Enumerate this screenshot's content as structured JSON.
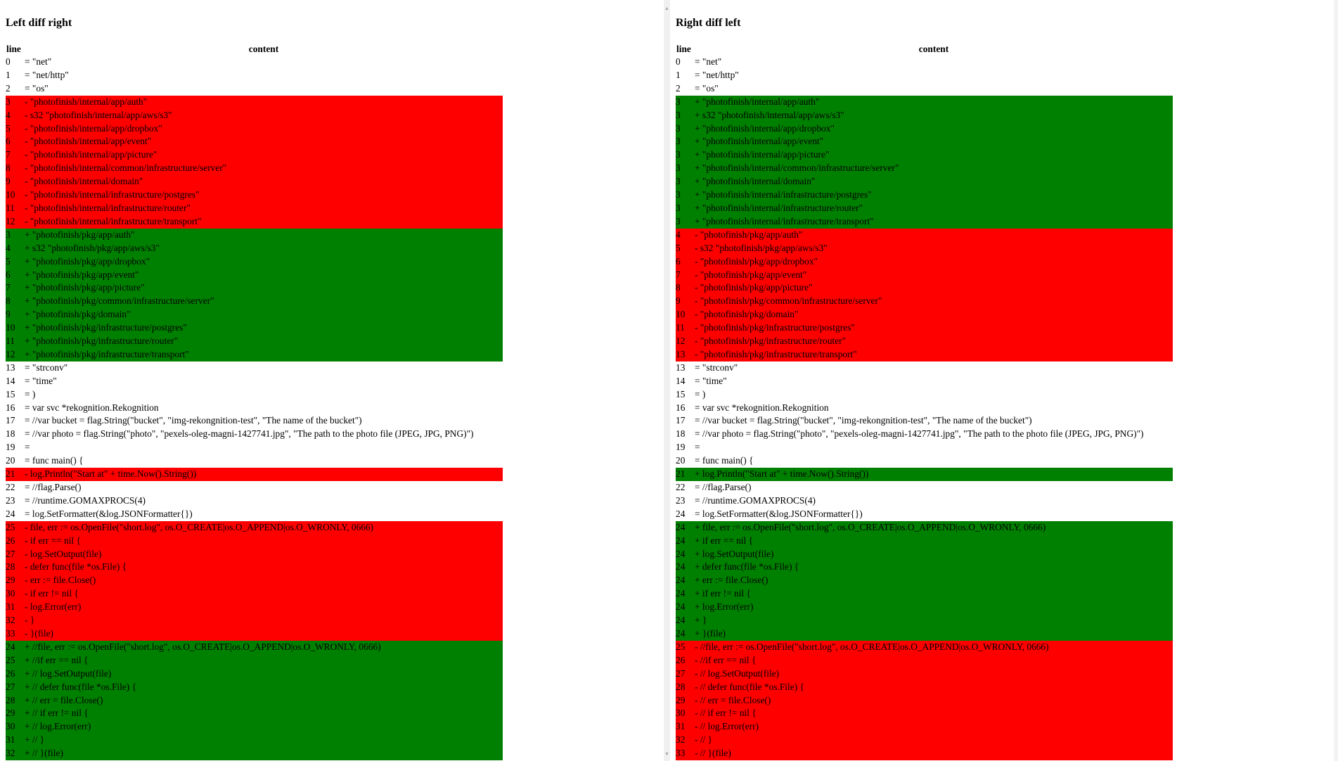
{
  "left": {
    "title": "Left diff right",
    "header": {
      "line": "line",
      "content": "content"
    },
    "rows": [
      {
        "line": "0",
        "op": "=",
        "text": "\"net\"",
        "kind": "same"
      },
      {
        "line": "1",
        "op": "=",
        "text": "\"net/http\"",
        "kind": "same"
      },
      {
        "line": "2",
        "op": "=",
        "text": "\"os\"",
        "kind": "same"
      },
      {
        "line": "3",
        "op": "-",
        "text": "\"photofinish/internal/app/auth\"",
        "kind": "del"
      },
      {
        "line": "4",
        "op": "-",
        "text": "s32 \"photofinish/internal/app/aws/s3\"",
        "kind": "del"
      },
      {
        "line": "5",
        "op": "-",
        "text": "\"photofinish/internal/app/dropbox\"",
        "kind": "del"
      },
      {
        "line": "6",
        "op": "-",
        "text": "\"photofinish/internal/app/event\"",
        "kind": "del"
      },
      {
        "line": "7",
        "op": "-",
        "text": "\"photofinish/internal/app/picture\"",
        "kind": "del"
      },
      {
        "line": "8",
        "op": "-",
        "text": "\"photofinish/internal/common/infrastructure/server\"",
        "kind": "del"
      },
      {
        "line": "9",
        "op": "-",
        "text": "\"photofinish/internal/domain\"",
        "kind": "del"
      },
      {
        "line": "10",
        "op": "-",
        "text": "\"photofinish/internal/infrastructure/postgres\"",
        "kind": "del"
      },
      {
        "line": "11",
        "op": "-",
        "text": "\"photofinish/internal/infrastructure/router\"",
        "kind": "del"
      },
      {
        "line": "12",
        "op": "-",
        "text": "\"photofinish/internal/infrastructure/transport\"",
        "kind": "del"
      },
      {
        "line": "3",
        "op": "+",
        "text": "\"photofinish/pkg/app/auth\"",
        "kind": "add"
      },
      {
        "line": "4",
        "op": "+",
        "text": "s32 \"photofinish/pkg/app/aws/s3\"",
        "kind": "add"
      },
      {
        "line": "5",
        "op": "+",
        "text": "\"photofinish/pkg/app/dropbox\"",
        "kind": "add"
      },
      {
        "line": "6",
        "op": "+",
        "text": "\"photofinish/pkg/app/event\"",
        "kind": "add"
      },
      {
        "line": "7",
        "op": "+",
        "text": "\"photofinish/pkg/app/picture\"",
        "kind": "add"
      },
      {
        "line": "8",
        "op": "+",
        "text": "\"photofinish/pkg/common/infrastructure/server\"",
        "kind": "add"
      },
      {
        "line": "9",
        "op": "+",
        "text": "\"photofinish/pkg/domain\"",
        "kind": "add"
      },
      {
        "line": "10",
        "op": "+",
        "text": "\"photofinish/pkg/infrastructure/postgres\"",
        "kind": "add"
      },
      {
        "line": "11",
        "op": "+",
        "text": "\"photofinish/pkg/infrastructure/router\"",
        "kind": "add"
      },
      {
        "line": "12",
        "op": "+",
        "text": "\"photofinish/pkg/infrastructure/transport\"",
        "kind": "add"
      },
      {
        "line": "13",
        "op": "=",
        "text": "\"strconv\"",
        "kind": "same"
      },
      {
        "line": "14",
        "op": "=",
        "text": "\"time\"",
        "kind": "same"
      },
      {
        "line": "15",
        "op": "=",
        "text": ")",
        "kind": "same"
      },
      {
        "line": "16",
        "op": "=",
        "text": "var svc *rekognition.Rekognition",
        "kind": "same"
      },
      {
        "line": "17",
        "op": "=",
        "text": "//var bucket = flag.String(\"bucket\", \"img-rekongnition-test\", \"The name of the bucket\")",
        "kind": "same"
      },
      {
        "line": "18",
        "op": "=",
        "text": "//var photo = flag.String(\"photo\", \"pexels-oleg-magni-1427741.jpg\", \"The path to the photo file (JPEG, JPG, PNG)\")",
        "kind": "same"
      },
      {
        "line": "19",
        "op": "=",
        "text": "",
        "kind": "same"
      },
      {
        "line": "20",
        "op": "=",
        "text": "func main() {",
        "kind": "same"
      },
      {
        "line": "21",
        "op": "-",
        "text": "log.Println(\"Start at\" + time.Now().String())",
        "kind": "del"
      },
      {
        "line": "22",
        "op": "=",
        "text": "//flag.Parse()",
        "kind": "same"
      },
      {
        "line": "23",
        "op": "=",
        "text": "//runtime.GOMAXPROCS(4)",
        "kind": "same"
      },
      {
        "line": "24",
        "op": "=",
        "text": "log.SetFormatter(&log.JSONFormatter{})",
        "kind": "same"
      },
      {
        "line": "25",
        "op": "-",
        "text": "file, err := os.OpenFile(\"short.log\", os.O_CREATE|os.O_APPEND|os.O_WRONLY, 0666)",
        "kind": "del"
      },
      {
        "line": "26",
        "op": "-",
        "text": "if err == nil {",
        "kind": "del"
      },
      {
        "line": "27",
        "op": "-",
        "text": "log.SetOutput(file)",
        "kind": "del"
      },
      {
        "line": "28",
        "op": "-",
        "text": "defer func(file *os.File) {",
        "kind": "del"
      },
      {
        "line": "29",
        "op": "-",
        "text": "err := file.Close()",
        "kind": "del"
      },
      {
        "line": "30",
        "op": "-",
        "text": "if err != nil {",
        "kind": "del"
      },
      {
        "line": "31",
        "op": "-",
        "text": "log.Error(err)",
        "kind": "del"
      },
      {
        "line": "32",
        "op": "-",
        "text": "}",
        "kind": "del"
      },
      {
        "line": "33",
        "op": "-",
        "text": "}(file)",
        "kind": "del"
      },
      {
        "line": "24",
        "op": "+",
        "text": "//file, err := os.OpenFile(\"short.log\", os.O_CREATE|os.O_APPEND|os.O_WRONLY, 0666)",
        "kind": "add"
      },
      {
        "line": "25",
        "op": "+",
        "text": "//if err == nil {",
        "kind": "add"
      },
      {
        "line": "26",
        "op": "+",
        "text": "// log.SetOutput(file)",
        "kind": "add"
      },
      {
        "line": "27",
        "op": "+",
        "text": "// defer func(file *os.File) {",
        "kind": "add"
      },
      {
        "line": "28",
        "op": "+",
        "text": "// err = file.Close()",
        "kind": "add"
      },
      {
        "line": "29",
        "op": "+",
        "text": "// if err != nil {",
        "kind": "add"
      },
      {
        "line": "30",
        "op": "+",
        "text": "// log.Error(err)",
        "kind": "add"
      },
      {
        "line": "31",
        "op": "+",
        "text": "// }",
        "kind": "add"
      },
      {
        "line": "32",
        "op": "+",
        "text": "// }(file)",
        "kind": "add"
      }
    ]
  },
  "right": {
    "title": "Right diff left",
    "header": {
      "line": "line",
      "content": "content"
    },
    "rows": [
      {
        "line": "0",
        "op": "=",
        "text": "\"net\"",
        "kind": "same"
      },
      {
        "line": "1",
        "op": "=",
        "text": "\"net/http\"",
        "kind": "same"
      },
      {
        "line": "2",
        "op": "=",
        "text": "\"os\"",
        "kind": "same"
      },
      {
        "line": "3",
        "op": "+",
        "text": "\"photofinish/internal/app/auth\"",
        "kind": "add"
      },
      {
        "line": "3",
        "op": "+",
        "text": "s32 \"photofinish/internal/app/aws/s3\"",
        "kind": "add"
      },
      {
        "line": "3",
        "op": "+",
        "text": "\"photofinish/internal/app/dropbox\"",
        "kind": "add"
      },
      {
        "line": "3",
        "op": "+",
        "text": "\"photofinish/internal/app/event\"",
        "kind": "add"
      },
      {
        "line": "3",
        "op": "+",
        "text": "\"photofinish/internal/app/picture\"",
        "kind": "add"
      },
      {
        "line": "3",
        "op": "+",
        "text": "\"photofinish/internal/common/infrastructure/server\"",
        "kind": "add"
      },
      {
        "line": "3",
        "op": "+",
        "text": "\"photofinish/internal/domain\"",
        "kind": "add"
      },
      {
        "line": "3",
        "op": "+",
        "text": "\"photofinish/internal/infrastructure/postgres\"",
        "kind": "add"
      },
      {
        "line": "3",
        "op": "+",
        "text": "\"photofinish/internal/infrastructure/router\"",
        "kind": "add"
      },
      {
        "line": "3",
        "op": "+",
        "text": "\"photofinish/internal/infrastructure/transport\"",
        "kind": "add"
      },
      {
        "line": "4",
        "op": "-",
        "text": "\"photofinish/pkg/app/auth\"",
        "kind": "del"
      },
      {
        "line": "5",
        "op": "-",
        "text": "s32 \"photofinish/pkg/app/aws/s3\"",
        "kind": "del"
      },
      {
        "line": "6",
        "op": "-",
        "text": "\"photofinish/pkg/app/dropbox\"",
        "kind": "del"
      },
      {
        "line": "7",
        "op": "-",
        "text": "\"photofinish/pkg/app/event\"",
        "kind": "del"
      },
      {
        "line": "8",
        "op": "-",
        "text": "\"photofinish/pkg/app/picture\"",
        "kind": "del"
      },
      {
        "line": "9",
        "op": "-",
        "text": "\"photofinish/pkg/common/infrastructure/server\"",
        "kind": "del"
      },
      {
        "line": "10",
        "op": "-",
        "text": "\"photofinish/pkg/domain\"",
        "kind": "del"
      },
      {
        "line": "11",
        "op": "-",
        "text": "\"photofinish/pkg/infrastructure/postgres\"",
        "kind": "del"
      },
      {
        "line": "12",
        "op": "-",
        "text": "\"photofinish/pkg/infrastructure/router\"",
        "kind": "del"
      },
      {
        "line": "13",
        "op": "-",
        "text": "\"photofinish/pkg/infrastructure/transport\"",
        "kind": "del"
      },
      {
        "line": "13",
        "op": "=",
        "text": "\"strconv\"",
        "kind": "same"
      },
      {
        "line": "14",
        "op": "=",
        "text": "\"time\"",
        "kind": "same"
      },
      {
        "line": "15",
        "op": "=",
        "text": ")",
        "kind": "same"
      },
      {
        "line": "16",
        "op": "=",
        "text": "var svc *rekognition.Rekognition",
        "kind": "same"
      },
      {
        "line": "17",
        "op": "=",
        "text": "//var bucket = flag.String(\"bucket\", \"img-rekongnition-test\", \"The name of the bucket\")",
        "kind": "same"
      },
      {
        "line": "18",
        "op": "=",
        "text": "//var photo = flag.String(\"photo\", \"pexels-oleg-magni-1427741.jpg\", \"The path to the photo file (JPEG, JPG, PNG)\")",
        "kind": "same"
      },
      {
        "line": "19",
        "op": "=",
        "text": "",
        "kind": "same"
      },
      {
        "line": "20",
        "op": "=",
        "text": "func main() {",
        "kind": "same"
      },
      {
        "line": "21",
        "op": "+",
        "text": "log.Println(\"Start at\" + time.Now().String())",
        "kind": "add"
      },
      {
        "line": "22",
        "op": "=",
        "text": "//flag.Parse()",
        "kind": "same"
      },
      {
        "line": "23",
        "op": "=",
        "text": "//runtime.GOMAXPROCS(4)",
        "kind": "same"
      },
      {
        "line": "24",
        "op": "=",
        "text": "log.SetFormatter(&log.JSONFormatter{})",
        "kind": "same"
      },
      {
        "line": "24",
        "op": "+",
        "text": "file, err := os.OpenFile(\"short.log\", os.O_CREATE|os.O_APPEND|os.O_WRONLY, 0666)",
        "kind": "add"
      },
      {
        "line": "24",
        "op": "+",
        "text": "if err == nil {",
        "kind": "add"
      },
      {
        "line": "24",
        "op": "+",
        "text": "log.SetOutput(file)",
        "kind": "add"
      },
      {
        "line": "24",
        "op": "+",
        "text": "defer func(file *os.File) {",
        "kind": "add"
      },
      {
        "line": "24",
        "op": "+",
        "text": "err := file.Close()",
        "kind": "add"
      },
      {
        "line": "24",
        "op": "+",
        "text": "if err != nil {",
        "kind": "add"
      },
      {
        "line": "24",
        "op": "+",
        "text": "log.Error(err)",
        "kind": "add"
      },
      {
        "line": "24",
        "op": "+",
        "text": "}",
        "kind": "add"
      },
      {
        "line": "24",
        "op": "+",
        "text": "}(file)",
        "kind": "add"
      },
      {
        "line": "25",
        "op": "-",
        "text": "//file, err := os.OpenFile(\"short.log\", os.O_CREATE|os.O_APPEND|os.O_WRONLY, 0666)",
        "kind": "del"
      },
      {
        "line": "26",
        "op": "-",
        "text": "//if err == nil {",
        "kind": "del"
      },
      {
        "line": "27",
        "op": "-",
        "text": "// log.SetOutput(file)",
        "kind": "del"
      },
      {
        "line": "28",
        "op": "-",
        "text": "// defer func(file *os.File) {",
        "kind": "del"
      },
      {
        "line": "29",
        "op": "-",
        "text": "// err = file.Close()",
        "kind": "del"
      },
      {
        "line": "30",
        "op": "-",
        "text": "// if err != nil {",
        "kind": "del"
      },
      {
        "line": "31",
        "op": "-",
        "text": "// log.Error(err)",
        "kind": "del"
      },
      {
        "line": "32",
        "op": "-",
        "text": "// }",
        "kind": "del"
      },
      {
        "line": "33",
        "op": "-",
        "text": "// }(file)",
        "kind": "del"
      }
    ]
  },
  "colors": {
    "add": "#008000",
    "del": "#ff0000",
    "same": "#ffffff"
  },
  "scrollbar": {
    "up_icon": "scroll-up-arrow-icon",
    "down_icon": "scroll-down-arrow-icon"
  }
}
